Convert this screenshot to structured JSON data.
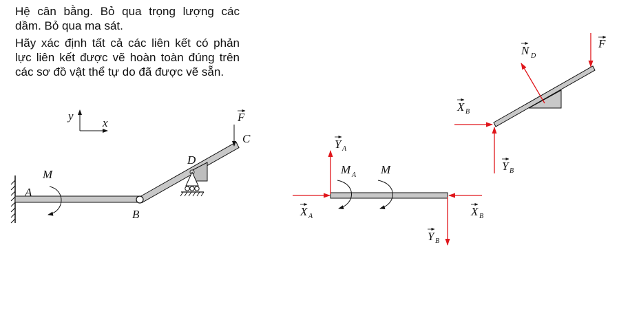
{
  "problem": {
    "paragraph1": "Hệ cân bằng. Bỏ qua trọng lượng các dầm. Bỏ qua ma sát.",
    "paragraph2": "Hãy xác định tất cả các liên kết có phản lực liên kết được vẽ hoàn toàn đúng trên các sơ đồ vật thể tự do đã được vẽ sẵn."
  },
  "diagram": {
    "axis_y": "y",
    "axis_x": "x",
    "point_A": "A",
    "point_B": "B",
    "point_C": "C",
    "point_D": "D",
    "moment_M": "M",
    "force_F": "F"
  },
  "fbd_left": {
    "Y": "Y",
    "Y_sub": "A",
    "MA": "M",
    "MA_sub": "A",
    "M": "M",
    "XA": "X",
    "XA_sub": "A",
    "XB": "X",
    "XB_sub": "B",
    "YB": "Y",
    "YB_sub": "B"
  },
  "fbd_right": {
    "ND": "N",
    "ND_sub": "D",
    "F": "F",
    "XB": "X",
    "XB_sub": "B",
    "YB": "Y",
    "YB_sub": "B"
  },
  "colors": {
    "force": "#e0161b",
    "beam_fill": "#c8c8c8",
    "ink": "#111111"
  }
}
